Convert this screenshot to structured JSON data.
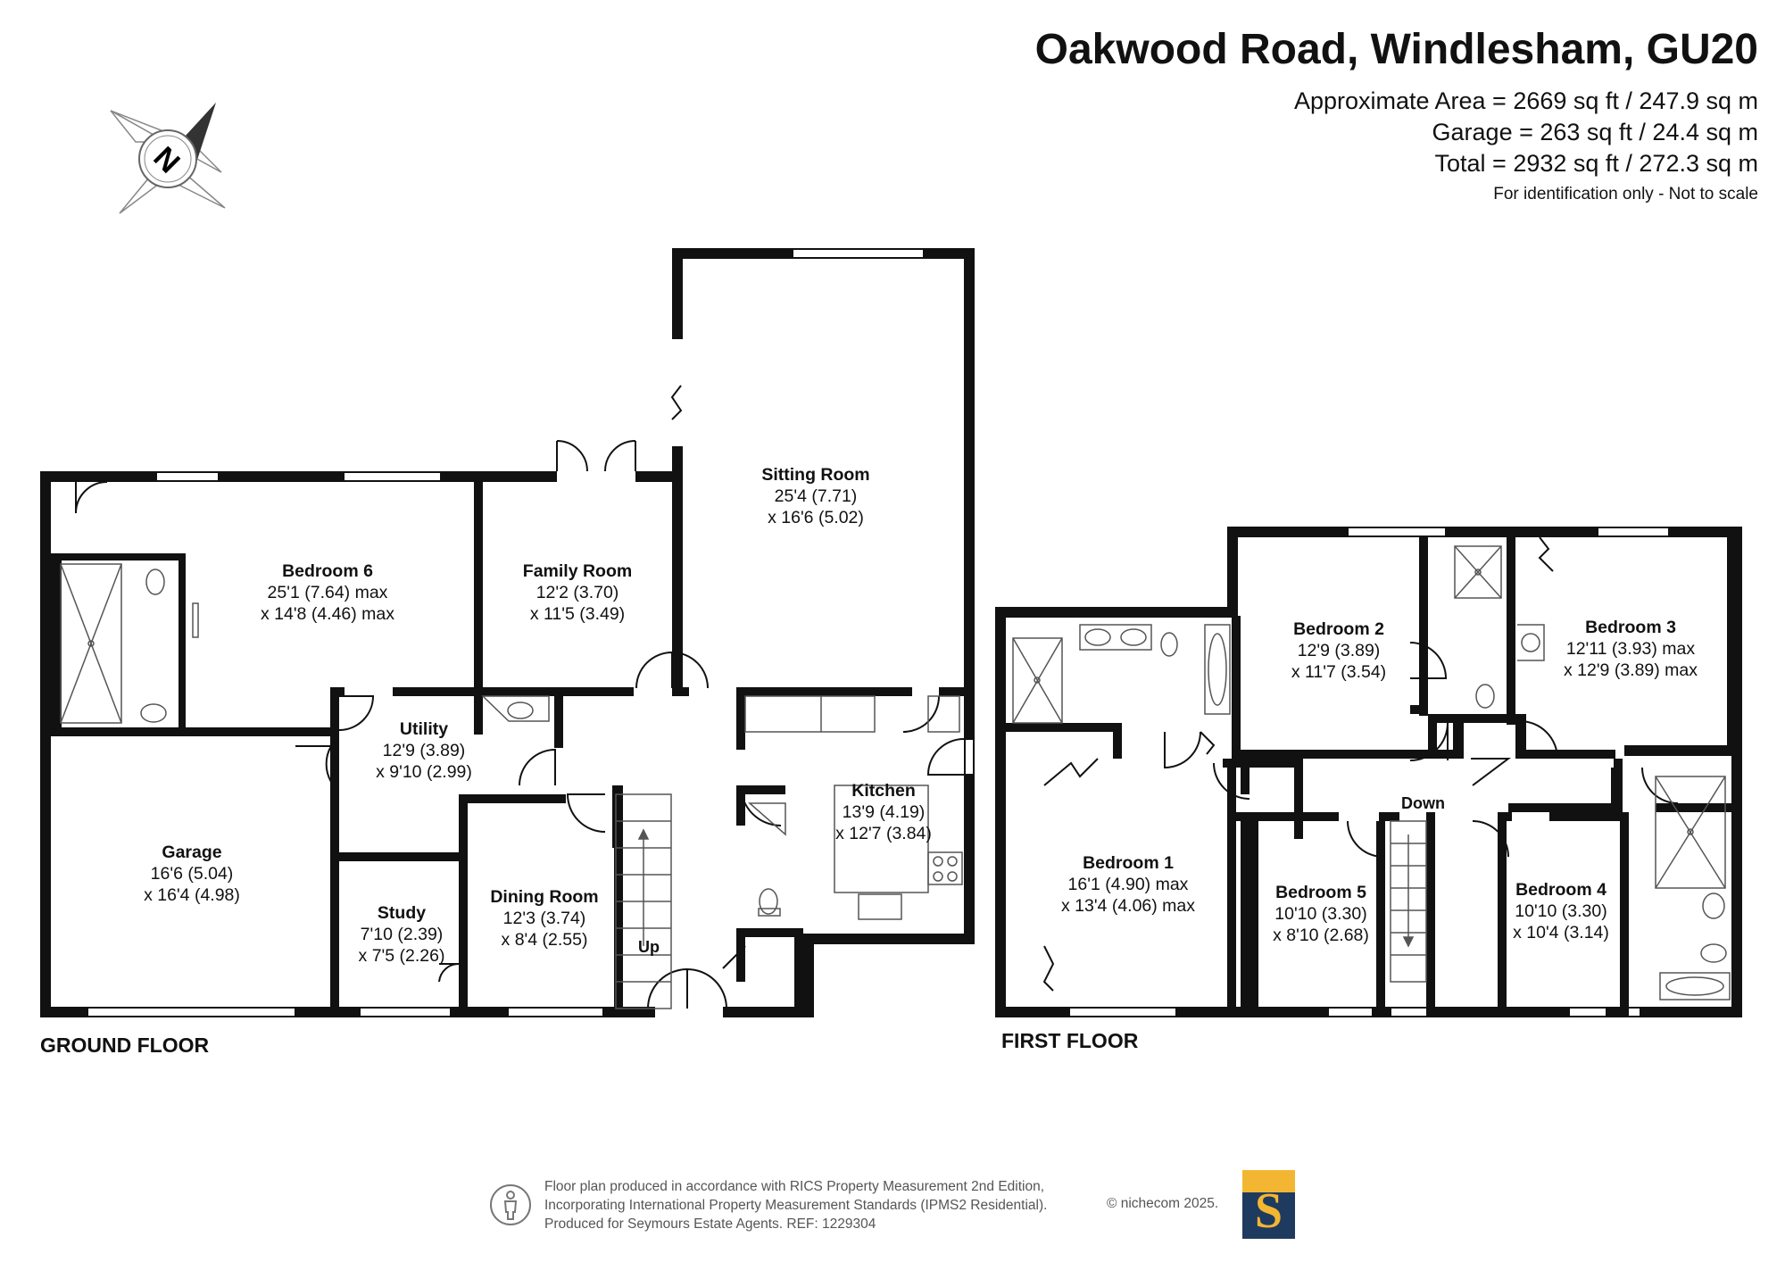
{
  "header": {
    "title": "Oakwood Road, Windlesham, GU20",
    "area_lines": [
      "Approximate Area = 2669 sq ft / 247.9 sq m",
      "Garage = 263 sq ft / 24.4 sq m",
      "Total = 2932 sq ft / 272.3 sq m"
    ],
    "note": "For identification only - Not to scale"
  },
  "compass": {
    "letter": "N",
    "icon": "compass-icon"
  },
  "floors": {
    "ground": {
      "label": "GROUND FLOOR",
      "rooms": {
        "sitting": {
          "name": "Sitting Room",
          "dim1": "25'4 (7.71)",
          "dim2": "x 16'6 (5.02)"
        },
        "bedroom6": {
          "name": "Bedroom 6",
          "dim1": "25'1 (7.64) max",
          "dim2": "x 14'8 (4.46) max"
        },
        "family": {
          "name": "Family Room",
          "dim1": "12'2 (3.70)",
          "dim2": "x 11'5 (3.49)"
        },
        "utility": {
          "name": "Utility",
          "dim1": "12'9 (3.89)",
          "dim2": "x 9'10 (2.99)"
        },
        "kitchen": {
          "name": "Kitchen",
          "dim1": "13'9 (4.19)",
          "dim2": "x 12'7 (3.84)"
        },
        "garage": {
          "name": "Garage",
          "dim1": "16'6 (5.04)",
          "dim2": "x 16'4 (4.98)"
        },
        "study": {
          "name": "Study",
          "dim1": "7'10 (2.39)",
          "dim2": "x 7'5 (2.26)"
        },
        "dining": {
          "name": "Dining Room",
          "dim1": "12'3 (3.74)",
          "dim2": "x 8'4 (2.55)"
        }
      },
      "stairs_label": "Up"
    },
    "first": {
      "label": "FIRST FLOOR",
      "rooms": {
        "bedroom1": {
          "name": "Bedroom 1",
          "dim1": "16'1 (4.90) max",
          "dim2": "x 13'4 (4.06) max"
        },
        "bedroom2": {
          "name": "Bedroom 2",
          "dim1": "12'9 (3.89)",
          "dim2": "x 11'7 (3.54)"
        },
        "bedroom3": {
          "name": "Bedroom 3",
          "dim1": "12'11 (3.93) max",
          "dim2": "x 12'9 (3.89) max"
        },
        "bedroom4": {
          "name": "Bedroom 4",
          "dim1": "10'10 (3.30)",
          "dim2": "x 10'4 (3.14)"
        },
        "bedroom5": {
          "name": "Bedroom 5",
          "dim1": "10'10 (3.30)",
          "dim2": "x 8'10 (2.68)"
        }
      },
      "stairs_label": "Down"
    }
  },
  "footer": {
    "lines": [
      "Floor plan produced in accordance with RICS Property Measurement 2nd Edition,",
      "Incorporating International Property Measurement Standards (IPMS2 Residential).",
      "Produced for Seymours Estate Agents.    REF: 1229304"
    ],
    "copyright": "© nichecom 2025.",
    "logo_letter": "S"
  },
  "colors": {
    "wall": "#111111",
    "logo_navy": "#1f3a5f",
    "logo_gold": "#f2b632"
  }
}
